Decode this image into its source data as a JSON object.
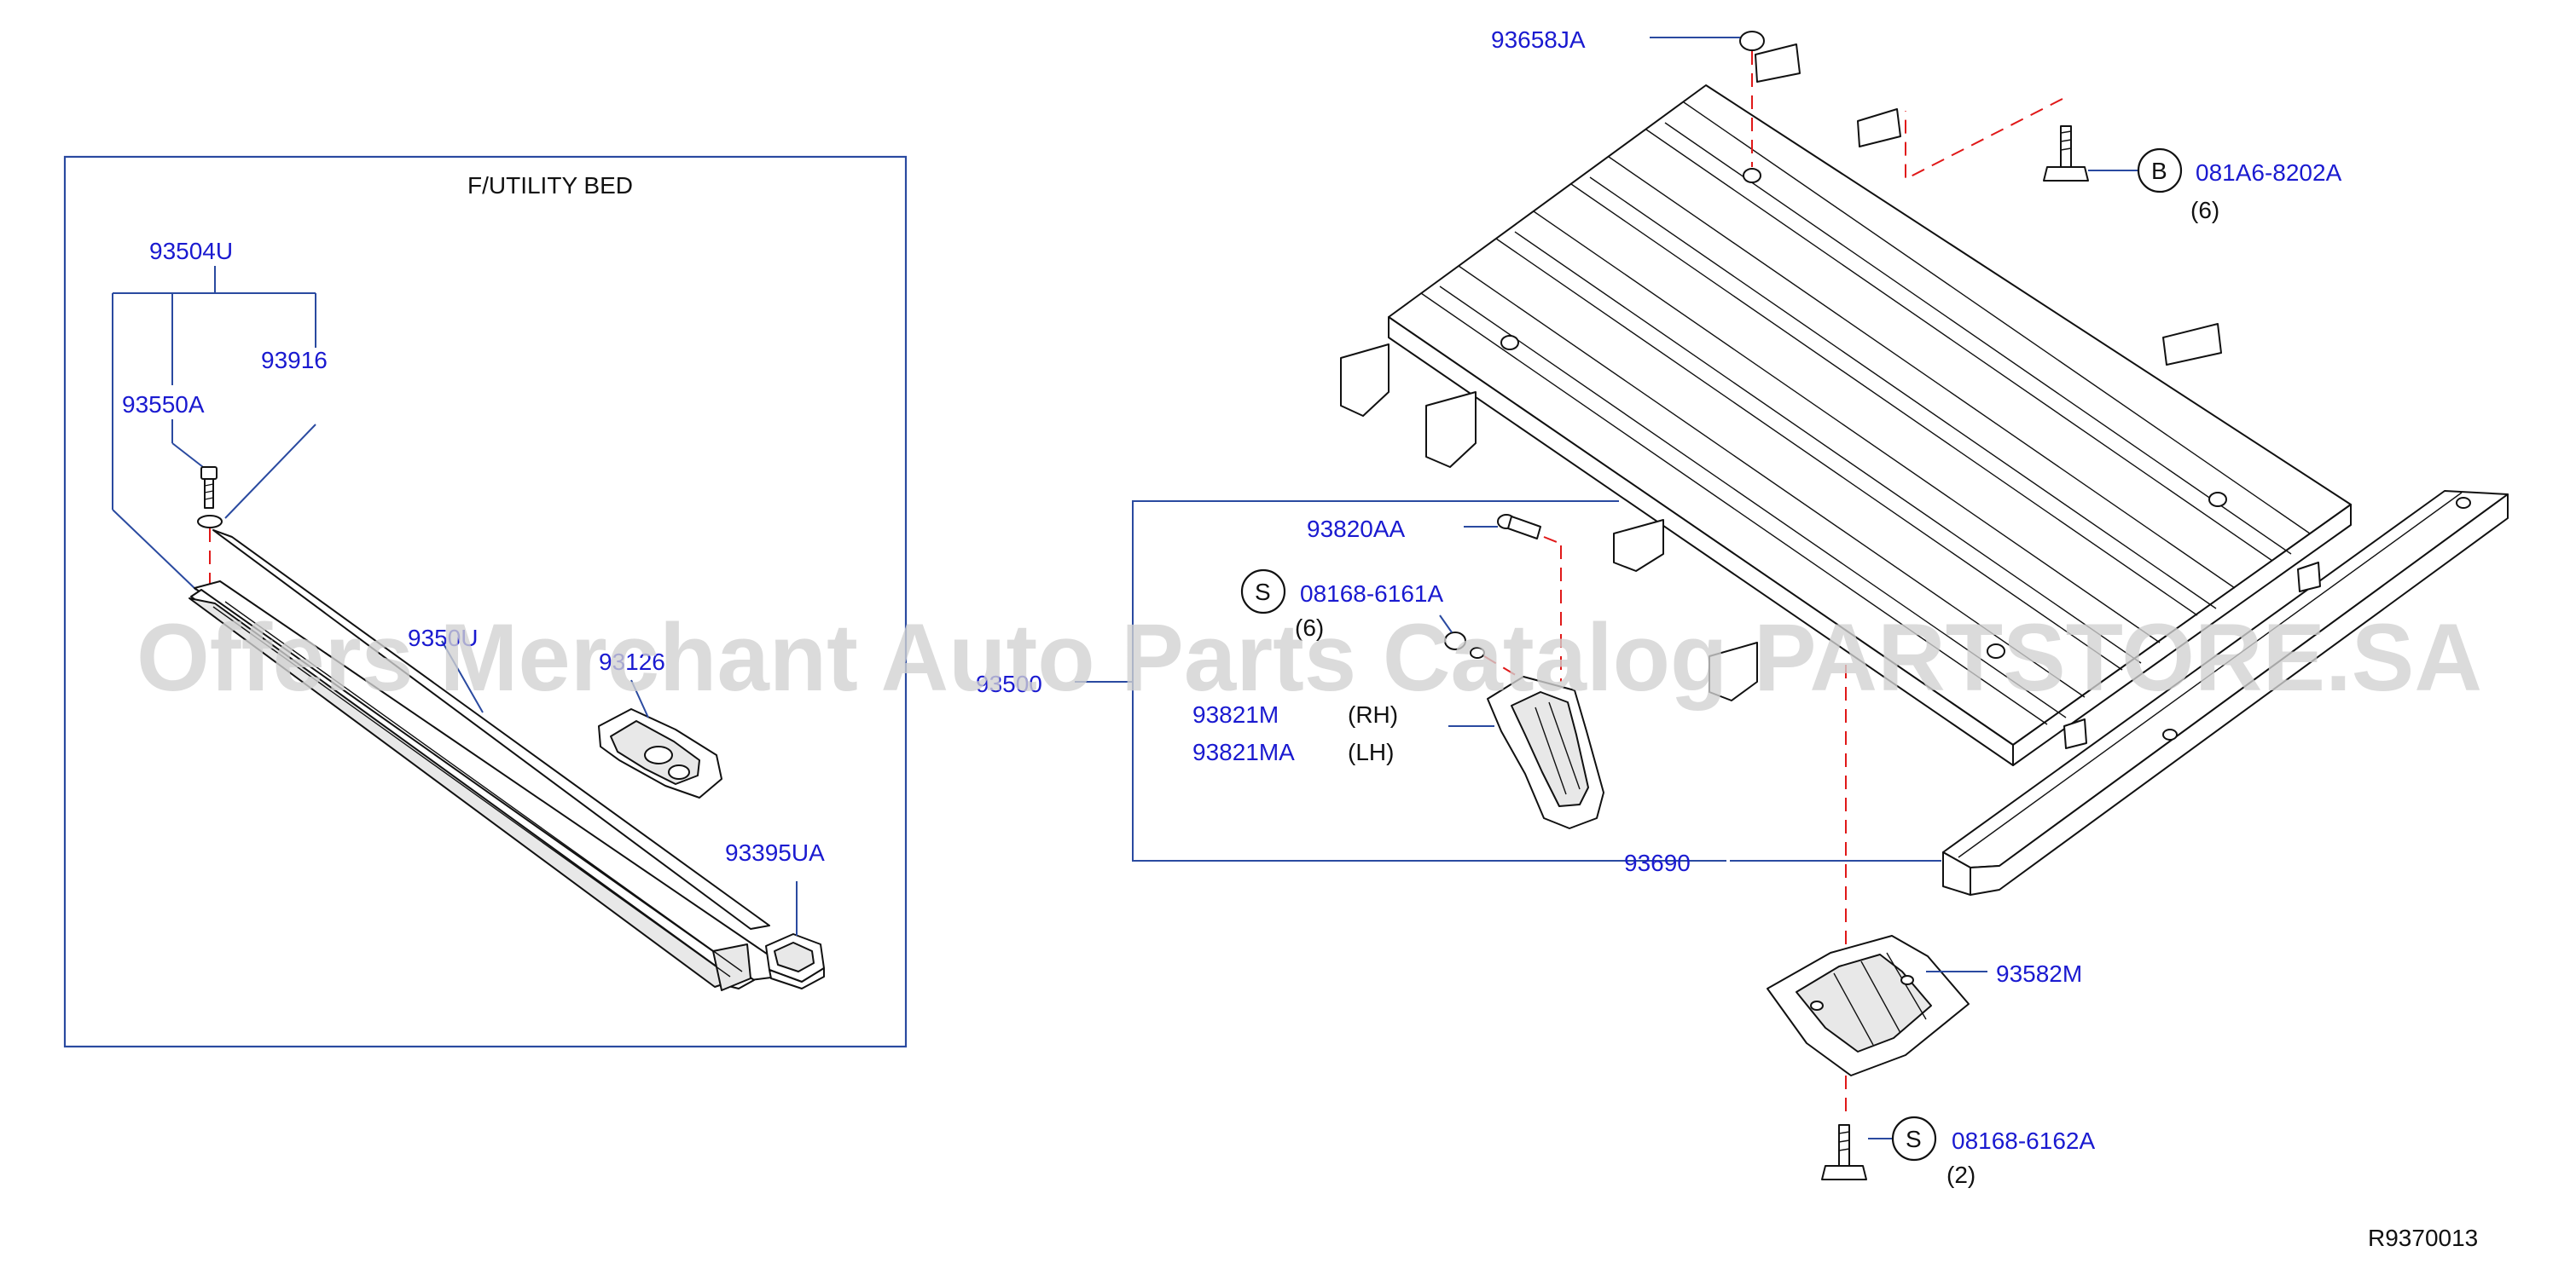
{
  "diagram": {
    "group_title": "F/UTILITY   BED",
    "drawing_code": "R9370013",
    "watermark": "Offers Merchant Auto Parts Catalog PARTSTORE.SA",
    "colors": {
      "part_number": "#1a1ad0",
      "leader": "#2a4aa0",
      "dashed": "#e01818",
      "line_art": "#111111"
    },
    "symbols": {
      "bolt_b": "B",
      "screw_s": "S"
    },
    "parts": [
      {
        "id": "93504U",
        "label": "93504U"
      },
      {
        "id": "93916",
        "label": "93916"
      },
      {
        "id": "93550A",
        "label": "93550A"
      },
      {
        "id": "9350U",
        "label": "9350U"
      },
      {
        "id": "9312G",
        "label": "93126"
      },
      {
        "id": "93395UA",
        "label": "93395UA"
      },
      {
        "id": "93658JA",
        "label": "93658JA"
      },
      {
        "id": "081A6-8202A",
        "label": "081A6-8202A",
        "qty": "(6)"
      },
      {
        "id": "93820AA",
        "label": "93820AA"
      },
      {
        "id": "08168-6161A",
        "label": "08168-6161A",
        "qty": "(6)"
      },
      {
        "id": "93500",
        "label": "93500"
      },
      {
        "id": "93821M",
        "label": "93821M",
        "side": "(RH)"
      },
      {
        "id": "93821MA",
        "label": "93821MA",
        "side": "(LH)"
      },
      {
        "id": "93690",
        "label": "93690"
      },
      {
        "id": "93582M",
        "label": "93582M"
      },
      {
        "id": "08168-6162A",
        "label": "08168-6162A",
        "qty": "(2)"
      }
    ]
  }
}
